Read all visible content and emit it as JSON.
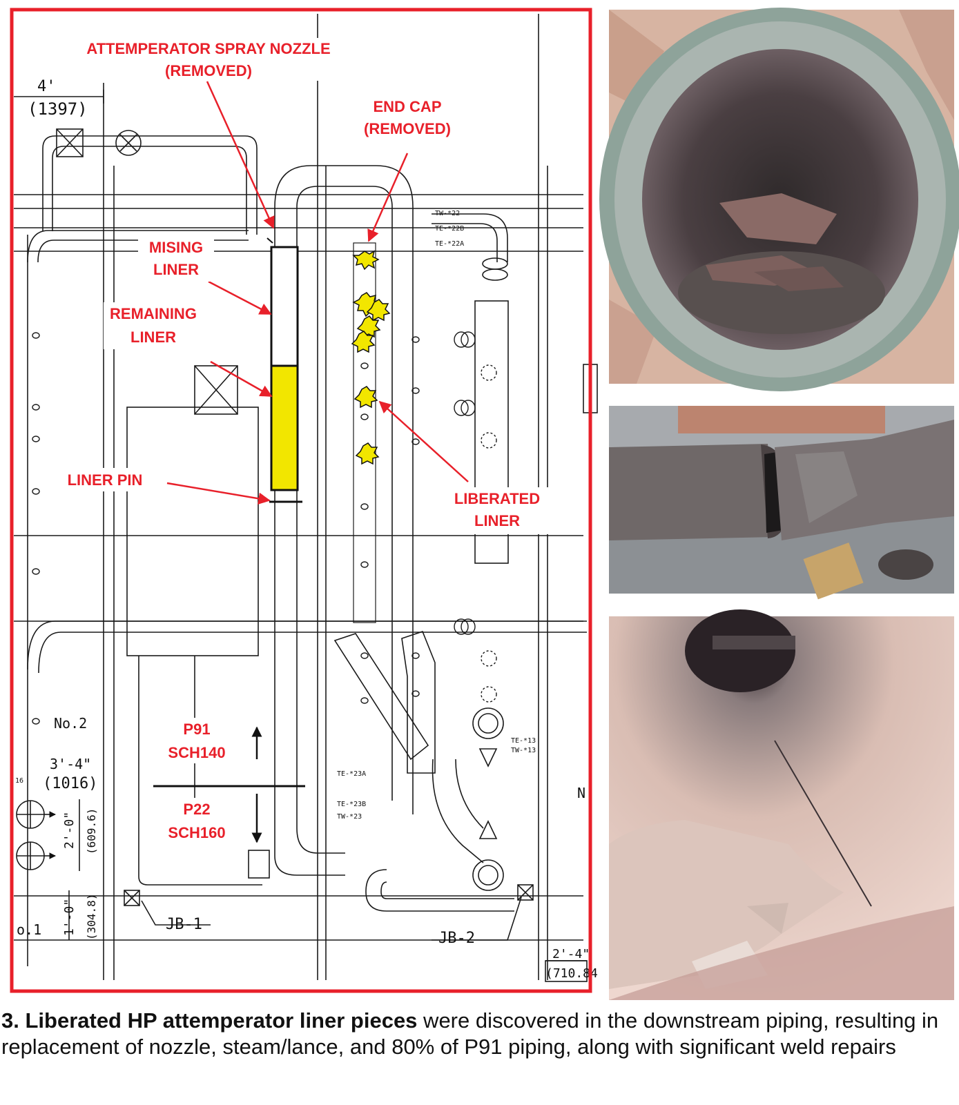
{
  "diagram": {
    "labels": {
      "spray_nozzle_1": "ATTEMPERATOR SPRAY NOZZLE",
      "spray_nozzle_2": "(REMOVED)",
      "end_cap_1": "END CAP",
      "end_cap_2": "(REMOVED)",
      "missing_liner_1": "MISING",
      "missing_liner_2": "LINER",
      "remaining_liner_1": "REMAINING",
      "remaining_liner_2": "LINER",
      "liner_pin": "LINER PIN",
      "liberated_liner_1": "LIBERATED",
      "liberated_liner_2": "LINER",
      "p91": "P91",
      "sch140": "SCH140",
      "p22": "P22",
      "sch160": "SCH160"
    },
    "drawing_text": {
      "dim_4ft": "4'",
      "dim_1397": "(1397)",
      "tw22": "TW-*22",
      "te22b": "TE-*22B",
      "te22a": "TE-*22A",
      "no2": "No.2",
      "dim_3ft4": "3'-4\"",
      "dim_1016": "(1016)",
      "num16": "16",
      "dim_2ft0": "2'-0\"",
      "dim_609": "(609.6)",
      "dim_1ft0": "1'-0\"",
      "dim_304": "(304.8)",
      "no1": "o.1",
      "jb1": "JB-1",
      "jb2": "JB-2",
      "te23a": "TE-*23A",
      "te23b": "TE-*23B",
      "tw23": "TW-*23",
      "te13": "TE-*13",
      "tw13": "TW-*13",
      "dim_2ft4": "2'-4\"",
      "dim_710": "(710.84",
      "n_letter": "N"
    },
    "colors": {
      "callout": "#e8202a",
      "liner_fill": "#f2e600",
      "frame": "#e8202a"
    }
  },
  "caption": {
    "bold": "3. Liberated HP attemperator liner pieces",
    "rest": " were discovered in the downstream piping, resulting in replacement of nozzle, steam/lance, and 80% of P91 piping, along with significant weld repairs"
  }
}
